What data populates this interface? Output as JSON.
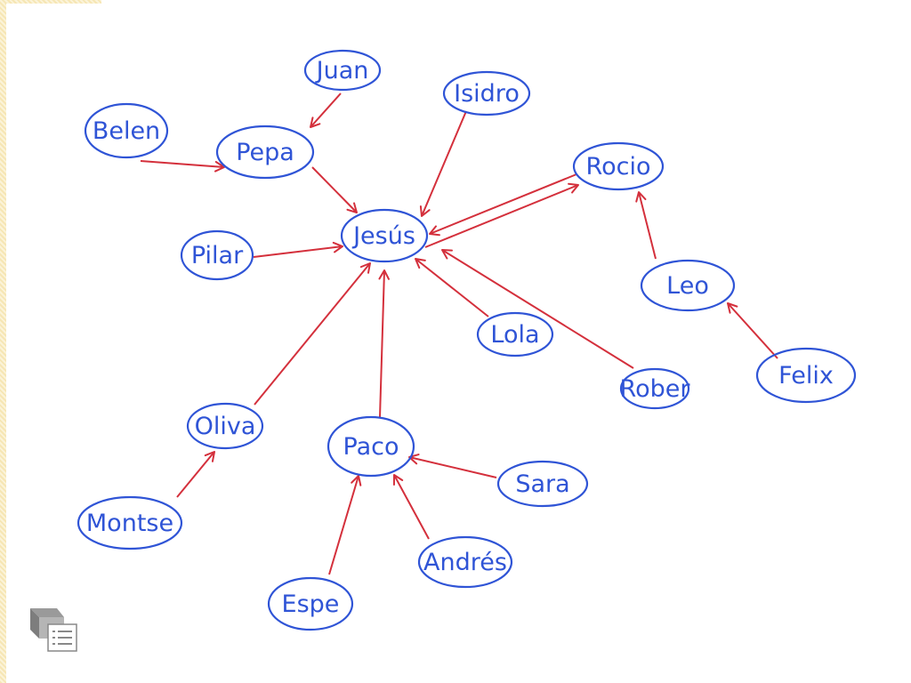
{
  "diagram": {
    "nodes": [
      {
        "id": "juan",
        "label": "Juan"
      },
      {
        "id": "isidro",
        "label": "Isidro"
      },
      {
        "id": "belen",
        "label": "Belen"
      },
      {
        "id": "pepa",
        "label": "Pepa"
      },
      {
        "id": "rocio",
        "label": "Rocio"
      },
      {
        "id": "jesus",
        "label": "Jesús"
      },
      {
        "id": "pilar",
        "label": "Pilar"
      },
      {
        "id": "leo",
        "label": "Leo"
      },
      {
        "id": "lola",
        "label": "Lola"
      },
      {
        "id": "rober",
        "label": "Rober"
      },
      {
        "id": "felix",
        "label": "Felix"
      },
      {
        "id": "oliva",
        "label": "Oliva"
      },
      {
        "id": "paco",
        "label": "Paco"
      },
      {
        "id": "sara",
        "label": "Sara"
      },
      {
        "id": "montse",
        "label": "Montse"
      },
      {
        "id": "andres",
        "label": "Andrés"
      },
      {
        "id": "espe",
        "label": "Espe"
      }
    ],
    "edges": [
      {
        "from": "juan",
        "to": "pepa"
      },
      {
        "from": "belen",
        "to": "pepa"
      },
      {
        "from": "pepa",
        "to": "jesus"
      },
      {
        "from": "isidro",
        "to": "jesus"
      },
      {
        "from": "pilar",
        "to": "jesus"
      },
      {
        "from": "rocio",
        "to": "jesus"
      },
      {
        "from": "jesus",
        "to": "rocio"
      },
      {
        "from": "leo",
        "to": "rocio"
      },
      {
        "from": "felix",
        "to": "leo"
      },
      {
        "from": "lola",
        "to": "jesus"
      },
      {
        "from": "rober",
        "to": "jesus"
      },
      {
        "from": "oliva",
        "to": "jesus"
      },
      {
        "from": "paco",
        "to": "jesus"
      },
      {
        "from": "montse",
        "to": "oliva"
      },
      {
        "from": "sara",
        "to": "paco"
      },
      {
        "from": "andres",
        "to": "paco"
      },
      {
        "from": "espe",
        "to": "paco"
      }
    ]
  },
  "icons": {
    "slides": "slides-icon"
  },
  "colors": {
    "node_outline": "#2f54d6",
    "node_text": "#2f54d6",
    "edge": "#d4303c",
    "slide_border": "#f6e6b4"
  }
}
